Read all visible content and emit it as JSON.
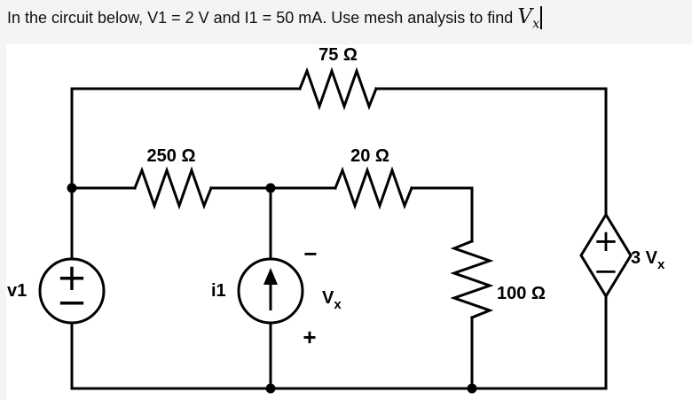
{
  "title": {
    "text": "In the circuit below, V1 = 2 V and I1 = 50 mA. Use mesh analysis to find ",
    "math_var": "V",
    "math_sub": "x"
  },
  "circuit": {
    "labels": {
      "r75": "75 Ω",
      "r250": "250 Ω",
      "r20": "20 Ω",
      "r100": "100 Ω",
      "v1": "v1",
      "i1": "i1",
      "dep_gain": "3 V",
      "dep_gain_sub": "x"
    },
    "vx_annotation": {
      "minus": "−",
      "label": "V",
      "sub": "x",
      "plus": "+"
    },
    "source_signs": {
      "plus": "+",
      "minus": "−"
    },
    "colors": {
      "background": "#f4f4f4",
      "panel": "#ffffff",
      "stroke": "#000000",
      "text": "#111111"
    }
  }
}
